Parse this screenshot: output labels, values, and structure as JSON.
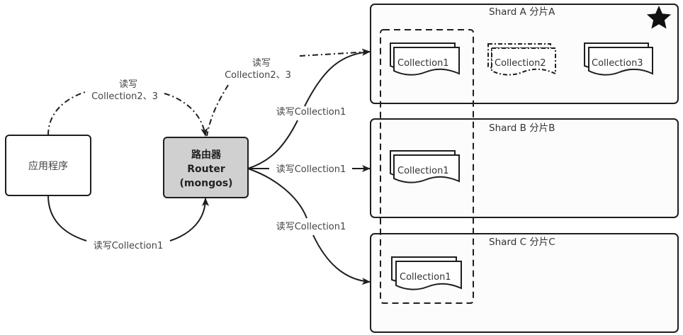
{
  "colors": {
    "stroke": "#1e1e1e",
    "router_fill": "#d0d0d0",
    "box_fill": "#ffffff",
    "shard_fill": "#fcfcfc",
    "label_text": "#444444"
  },
  "nodes": {
    "app": {
      "label": "应用程序"
    },
    "router": {
      "line1": "路由器",
      "line2": "Router",
      "line3": "(mongos)"
    }
  },
  "edges": {
    "app_to_router_top": {
      "line1": "读写",
      "line2": "Collection2、3",
      "style": "dash-dot"
    },
    "app_to_router_bottom": {
      "label": "读写Collection1",
      "style": "solid"
    },
    "router_to_shard_a_dashdot": {
      "line1": "读写",
      "line2": "Collection2、3",
      "style": "dash-dot"
    },
    "router_to_shard_a": {
      "label": "读写Collection1",
      "style": "solid"
    },
    "router_to_shard_b": {
      "label": "读写Collection1",
      "style": "solid"
    },
    "router_to_shard_c": {
      "label": "读写Collection1",
      "style": "solid"
    }
  },
  "shards": [
    {
      "title": "Shard A 分片A",
      "primary_marker": "star-icon",
      "collections": [
        {
          "label": "Collection1",
          "style": "solid"
        },
        {
          "label": "Collection2",
          "style": "dash-dot"
        },
        {
          "label": "Collection3",
          "style": "solid"
        }
      ]
    },
    {
      "title": "Shard B 分片B",
      "collections": [
        {
          "label": "Collection1",
          "style": "solid"
        }
      ]
    },
    {
      "title": "Shard C 分片C",
      "collections": [
        {
          "label": "Collection1",
          "style": "solid"
        }
      ]
    }
  ],
  "groups": {
    "sharded_collection_group": {
      "style": "dashed",
      "contains": "Collection1"
    }
  }
}
